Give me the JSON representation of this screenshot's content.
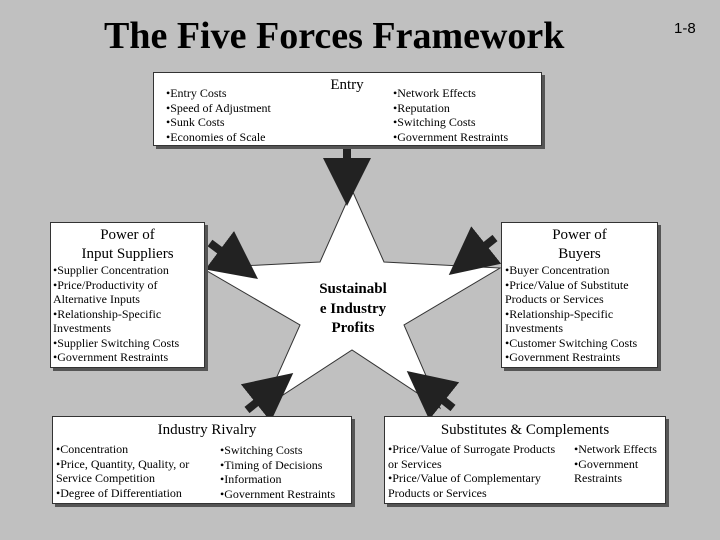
{
  "title": "The Five Forces Framework",
  "slide_number": "1-8",
  "entry": {
    "heading": "Entry",
    "left_items": [
      "•Entry Costs",
      "•Speed of Adjustment",
      "•Sunk Costs",
      "•Economies of Scale"
    ],
    "right_items": [
      "•Network Effects",
      "•Reputation",
      "•Switching Costs",
      "•Government Restraints"
    ]
  },
  "suppliers": {
    "heading_line1": "Power of",
    "heading_line2": "Input Suppliers",
    "items": [
      "•Supplier Concentration",
      "•Price/Productivity of",
      "Alternative Inputs",
      "•Relationship-Specific",
      "Investments",
      "•Supplier Switching Costs",
      "•Government Restraints"
    ]
  },
  "buyers": {
    "heading_line1": "Power of",
    "heading_line2": "Buyers",
    "items": [
      "•Buyer Concentration",
      "•Price/Value of Substitute",
      "Products or Services",
      "•Relationship-Specific",
      "Investments",
      "•Customer Switching Costs",
      "•Government Restraints"
    ]
  },
  "center": {
    "line1": "Sustainabl",
    "line2": "e Industry",
    "line3": "Profits"
  },
  "rivalry": {
    "heading": "Industry Rivalry",
    "left_items": [
      "•Concentration",
      "•Price, Quantity, Quality, or",
      "Service Competition",
      "•Degree of Differentiation"
    ],
    "right_items": [
      "•Switching Costs",
      "•Timing of Decisions",
      "•Information",
      "•Government Restraints"
    ]
  },
  "substitutes": {
    "heading": "Substitutes & Complements",
    "left_items": [
      "•Price/Value of Surrogate Products",
      "or Services",
      "•Price/Value of Complementary",
      "Products or Services"
    ],
    "right_items": [
      "•Network Effects",
      "•Government",
      "Restraints"
    ]
  }
}
